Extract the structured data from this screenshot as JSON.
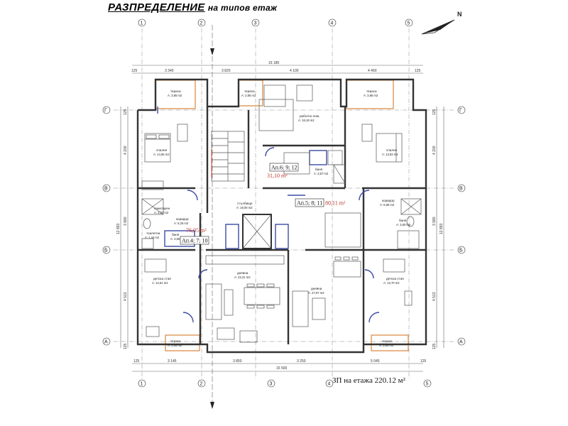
{
  "title": {
    "main": "РАЗПРЕДЕЛЕНИЕ",
    "sub": "на типов етаж"
  },
  "north_label": "N",
  "total_area": "ЗП на етажа 220.12 м²",
  "axes_columns": [
    "1",
    "2",
    "3",
    "4",
    "5"
  ],
  "axes_rows": [
    "Г",
    "В",
    "Б",
    "А"
  ],
  "dims_top_total": "15 180",
  "dims_top": [
    "125",
    "3 340",
    "3 820",
    "4 100",
    "4 460",
    "125"
  ],
  "dims_bottom_total": "15 500",
  "dims_bottom": [
    "125",
    "3 145",
    "3 850",
    "3 250",
    "5 045",
    "125"
  ],
  "dims_left": [
    "125",
    "4 200",
    "3 980",
    "4 513",
    "125"
  ],
  "dims_left_total": "12 893",
  "dims_right": [
    "125",
    "4 200",
    "3 980",
    "4 513",
    "125"
  ],
  "dims_right_total": "12 893",
  "apartments": [
    {
      "label": "Ап.4; 7; 10",
      "area": "76,05 m²"
    },
    {
      "label": "Ап.5; 8; 11",
      "area": "80,11 m²"
    },
    {
      "label": "Ап.6; 9; 12",
      "area": "31,10 m²"
    }
  ],
  "rooms": [
    {
      "name": "тераса",
      "area": "А: 3,85 m2"
    },
    {
      "name": "тераса",
      "area": "А: 2,85 m2"
    },
    {
      "name": "работно пом.",
      "area": "А: 18,19 m2"
    },
    {
      "name": "тераса",
      "area": "А: 3,85 m2"
    },
    {
      "name": "спалня",
      "area": "А: 14,55 m2"
    },
    {
      "name": "спалня",
      "area": "А: 13,83 m2"
    },
    {
      "name": "баня",
      "area": "А: 3,57 m2"
    },
    {
      "name": "санитарен",
      "area": "А: 3,27 m2"
    },
    {
      "name": "коридор",
      "area": "А: 6,95 m2"
    },
    {
      "name": "баня",
      "area": "А: 3,60 m2"
    },
    {
      "name": "стълбище",
      "area": "А: 18,00 m2"
    },
    {
      "name": "коридор",
      "area": "А: 6,25 m2"
    },
    {
      "name": "баня",
      "area": "А: 3,55 m2"
    },
    {
      "name": "тоалетна",
      "area": "А: 1,44 m2"
    },
    {
      "name": "детска стая",
      "area": "А: 12,61 m2"
    },
    {
      "name": "дневна",
      "area": "А: 22,21 m2"
    },
    {
      "name": "дневна",
      "area": "А: 27,67 m2"
    },
    {
      "name": "детска стая",
      "area": "А: 13,70 m2"
    },
    {
      "name": "тераса",
      "area": "А: 3,05 m2"
    },
    {
      "name": "тераса",
      "area": "А: 3,80 m2"
    }
  ]
}
